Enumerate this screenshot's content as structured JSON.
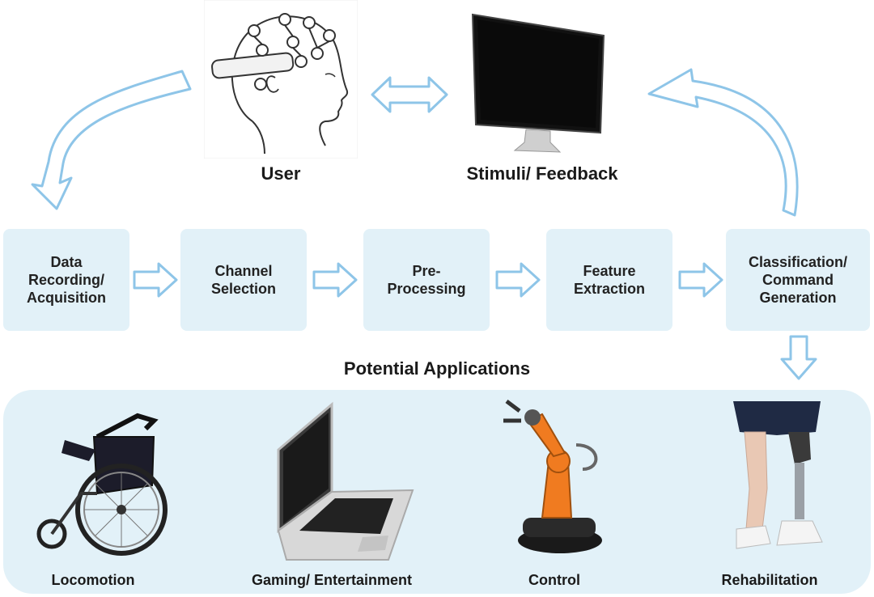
{
  "top": {
    "user_label": "User",
    "stimuli_label": "Stimuli/ Feedback"
  },
  "pipeline": {
    "steps": [
      {
        "label": "Data\nRecording/\nAcquisition"
      },
      {
        "label": "Channel\nSelection"
      },
      {
        "label": "Pre-\nProcessing"
      },
      {
        "label": "Feature\nExtraction"
      },
      {
        "label": "Classification/\nCommand\nGeneration"
      }
    ]
  },
  "applications": {
    "title": "Potential Applications",
    "items": [
      {
        "label": "Locomotion",
        "icon": "wheelchair-icon"
      },
      {
        "label": "Gaming/ Entertainment",
        "icon": "laptop-icon"
      },
      {
        "label": "Control",
        "icon": "robot-arm-icon"
      },
      {
        "label": "Rehabilitation",
        "icon": "prosthetic-leg-icon"
      }
    ]
  },
  "colors": {
    "arrow": "#8ec5e8",
    "box": "#e2f1f8"
  }
}
